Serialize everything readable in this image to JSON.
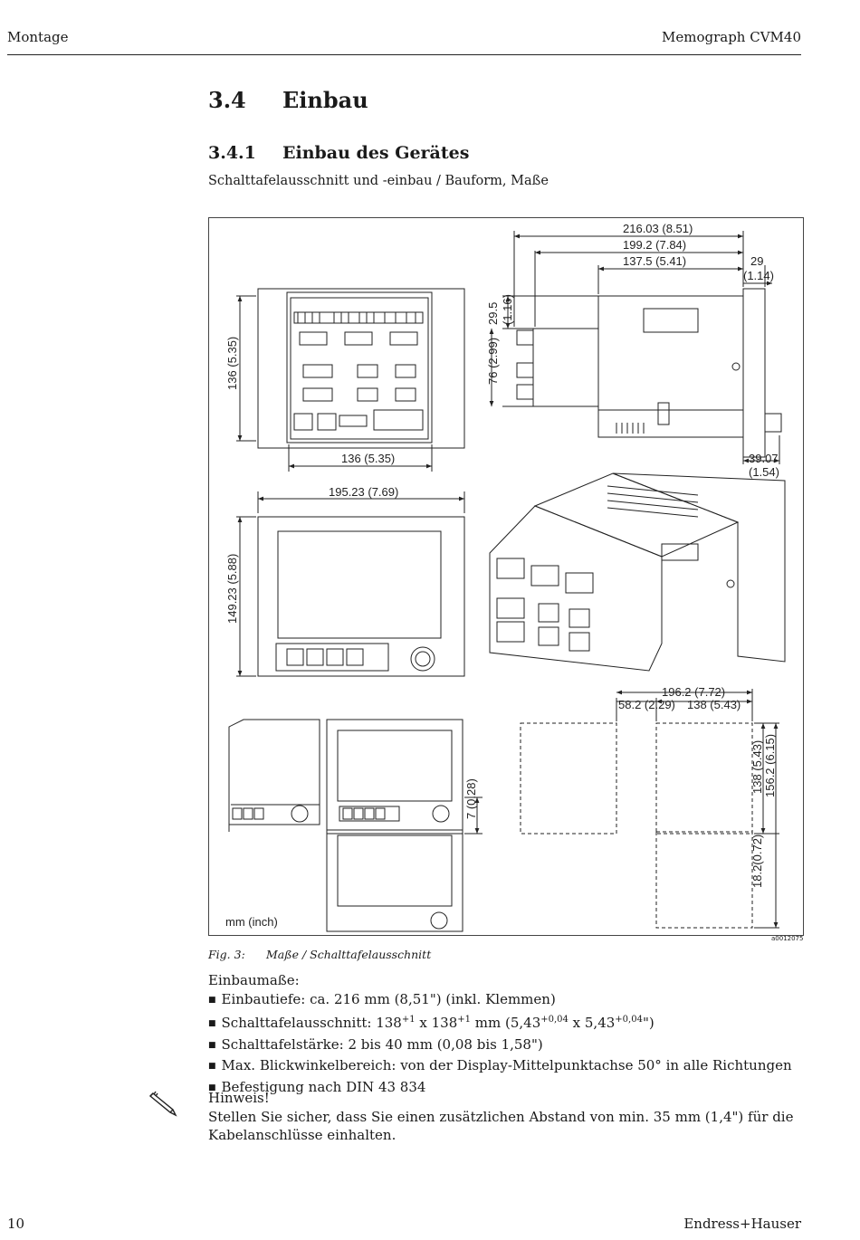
{
  "header": {
    "left": "Montage",
    "right": "Memograph CVM40"
  },
  "section": {
    "number": "3.4",
    "title": "Einbau"
  },
  "subsection": {
    "number": "3.4.1",
    "title": "Einbau des Gerätes"
  },
  "intro": "Schalttafelausschnitt und -einbau / Bauform, Maße",
  "figure": {
    "id": "a0012075",
    "caption_number": "Fig. 3:",
    "caption_text": "Maße / Schalttafelausschnitt",
    "units_label": "mm (inch)",
    "dims": {
      "d_216": "216.03 (8.51)",
      "d_199": "199.2 (7.84)",
      "d_137": "137.5 (5.41)",
      "d_29": "29",
      "d_29b": "(1.14)",
      "d_29_5": "29.5",
      "d_29_5b": "(1.16)",
      "d_76": "76 (2.99)",
      "d_136v": "136 (5.35)",
      "d_136h": "136 (5.35)",
      "d_39": "39.07",
      "d_39b": "(1.54)",
      "d_195": "195.23 (7.69)",
      "d_149": "149.23 (5.88)",
      "d_7": "7 (0.28)",
      "d_196": "196.2 (7.72)",
      "d_58": "58.2 (2.29)",
      "d_138h": "138 (5.43)",
      "d_138v": "138 (5.43)",
      "d_156": "156.2 (6.15)",
      "d_18": "18.2(0.72)"
    }
  },
  "specs": {
    "heading": "Einbaumaße:",
    "items": {
      "depth": "Einbautiefe: ca. 216 mm (8,51\") (inkl. Klemmen)",
      "cutout_a": "Schalttafelausschnitt: 138",
      "cutout_sup1": "+1",
      "cutout_b": " x 138",
      "cutout_sup2": "+1",
      "cutout_c": " mm (5,43",
      "cutout_sup3": "+0,04",
      "cutout_d": " x 5,43",
      "cutout_sup4": "+0,04",
      "cutout_e": "\")",
      "thickness": "Schalttafelstärke: 2 bis 40 mm (0,08 bis 1,58\")",
      "angle": "Max. Blickwinkelbereich: von der Display-Mittelpunktachse 50° in alle Richtungen",
      "mounting": "Befestigung nach DIN 43 834"
    }
  },
  "note": {
    "icon": "pencil-note-icon",
    "title": "Hinweis!",
    "line1": "Stellen Sie sicher, dass Sie einen zusätzlichen Abstand von min. 35 mm (1,4\") für die",
    "line2": "Kabelanschlüsse einhalten."
  },
  "footer": {
    "page": "10",
    "brand": "Endress+Hauser"
  }
}
